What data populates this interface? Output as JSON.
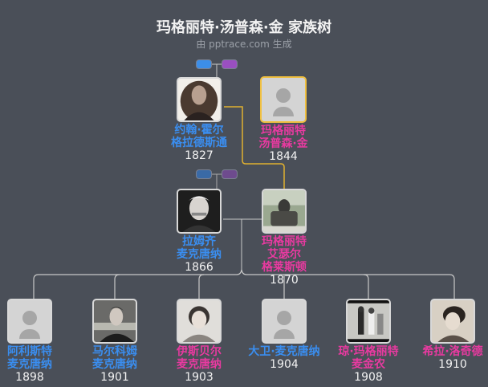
{
  "header": {
    "title": "玛格丽特·汤普森·金 家族树",
    "subtitle": "由 pptrace.com 生成"
  },
  "colors": {
    "background": "#4a4f58",
    "male": "#3a8ef0",
    "female": "#e83aa0",
    "highlight_border": "#f0c040",
    "line": "#c8c8c8",
    "spouse_line": "#e0b030"
  },
  "generation1": {
    "toggles": [
      {
        "icon": "male-toggle"
      },
      {
        "icon": "female-toggle"
      }
    ],
    "persons": [
      {
        "name_line1": "约翰·霍尔",
        "name_line2": "格拉德斯通",
        "year": "1827",
        "gender": "male",
        "photo": "portrait"
      },
      {
        "name_line1": "玛格丽特",
        "name_line2": "汤普森·金",
        "year": "1844",
        "gender": "female",
        "photo": "placeholder",
        "highlighted": true
      }
    ]
  },
  "generation2": {
    "toggles": [
      {
        "icon": "male-toggle"
      },
      {
        "icon": "female-toggle"
      }
    ],
    "persons": [
      {
        "name_line1": "拉姆齐",
        "name_line2": "麦克唐纳",
        "year": "1866",
        "gender": "male",
        "photo": "portrait"
      },
      {
        "name_line1": "玛格丽特",
        "name_line2": "艾瑟尔",
        "name_line3": "格莱斯顿",
        "year": "1870",
        "gender": "female",
        "photo": "statue"
      }
    ]
  },
  "generation3": {
    "persons": [
      {
        "name_line1": "阿利斯特",
        "name_line2": "麦克唐纳",
        "year": "1898",
        "gender": "male",
        "photo": "placeholder"
      },
      {
        "name_line1": "马尔科姆",
        "name_line2": "麦克唐纳",
        "year": "1901",
        "gender": "male",
        "photo": "portrait"
      },
      {
        "name_line1": "伊斯贝尔",
        "name_line2": "麦克唐纳",
        "year": "1903",
        "gender": "female",
        "photo": "portrait"
      },
      {
        "name_line1": "大卫·麦克唐纳",
        "name_line2": "",
        "year": "1904",
        "gender": "male",
        "photo": "placeholder"
      },
      {
        "name_line1": "琼·玛格丽特",
        "name_line2": "麦金农",
        "year": "1908",
        "gender": "female",
        "photo": "group-photo"
      },
      {
        "name_line1": "希拉·洛奇德",
        "name_line2": "",
        "year": "1910",
        "gender": "female",
        "photo": "portrait"
      }
    ]
  }
}
